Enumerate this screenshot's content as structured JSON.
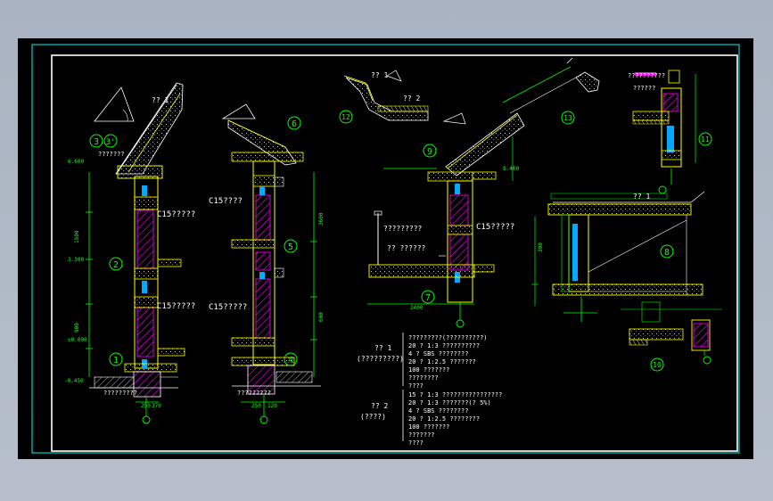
{
  "colors": {
    "background": "#000000",
    "frame": "#00cccc",
    "wall_outline": "#ffff00",
    "hatch": "#ff00ff",
    "dimension": "#00ff00",
    "text": "#ffffff",
    "callout": "#00ff00"
  },
  "callouts": {
    "c1": "1",
    "c2": "2",
    "c3": "3",
    "c3b": "3'",
    "c4": "4",
    "c5": "5",
    "c6": "6",
    "c7": "7",
    "c8": "8",
    "c9": "9",
    "c10": "10",
    "c11": "11",
    "c12": "12",
    "c13": "13"
  },
  "labels": {
    "c15_a": "C15?????",
    "c15_b": "C15?????",
    "c15_c": "C15????",
    "c15_d": "C15?????",
    "c15_e": "C15?????",
    "roof1_a": "?? 1",
    "roof1_b": "?? 1",
    "roof1_c": "?? 1",
    "roof2": "?? 2",
    "top_note_a": "???????",
    "top_note_b": "??????????",
    "mid_note_a": "?????????",
    "mid_note_b": "?? ??????",
    "small_note": "??????",
    "bottom_note_a": "?????????",
    "bottom_note_b": "?????????"
  },
  "dimensions": {
    "d250": "250",
    "d370": "370",
    "d120": "120",
    "d2400": "2400",
    "d3600": "3600",
    "d1500": "1500",
    "d900": "900",
    "d600": "600",
    "d300": "300",
    "d0000": "±0.000",
    "d450": "-0.450",
    "d3300": "3.300",
    "d6600": "6.600",
    "d8400": "8.400"
  },
  "legend1": {
    "title": "?? 1",
    "subtitle": "(?????????)",
    "lines": [
      "?????????(??????????)",
      "20 ? 1:3 ??????????",
      "4 ? SBS ????????",
      "20 ? 1:2.5 ???????",
      "100 ???????",
      "????????",
      "????"
    ]
  },
  "legend2": {
    "title": "?? 2",
    "subtitle": "(????)",
    "lines": [
      "15 ? 1:3 ????????????????",
      "20 ? 1:3 ???????(?   5%)",
      "4 ? SBS ????????",
      "20 ? 1:2.5 ????????",
      "100 ???????",
      "???????",
      "????"
    ]
  }
}
